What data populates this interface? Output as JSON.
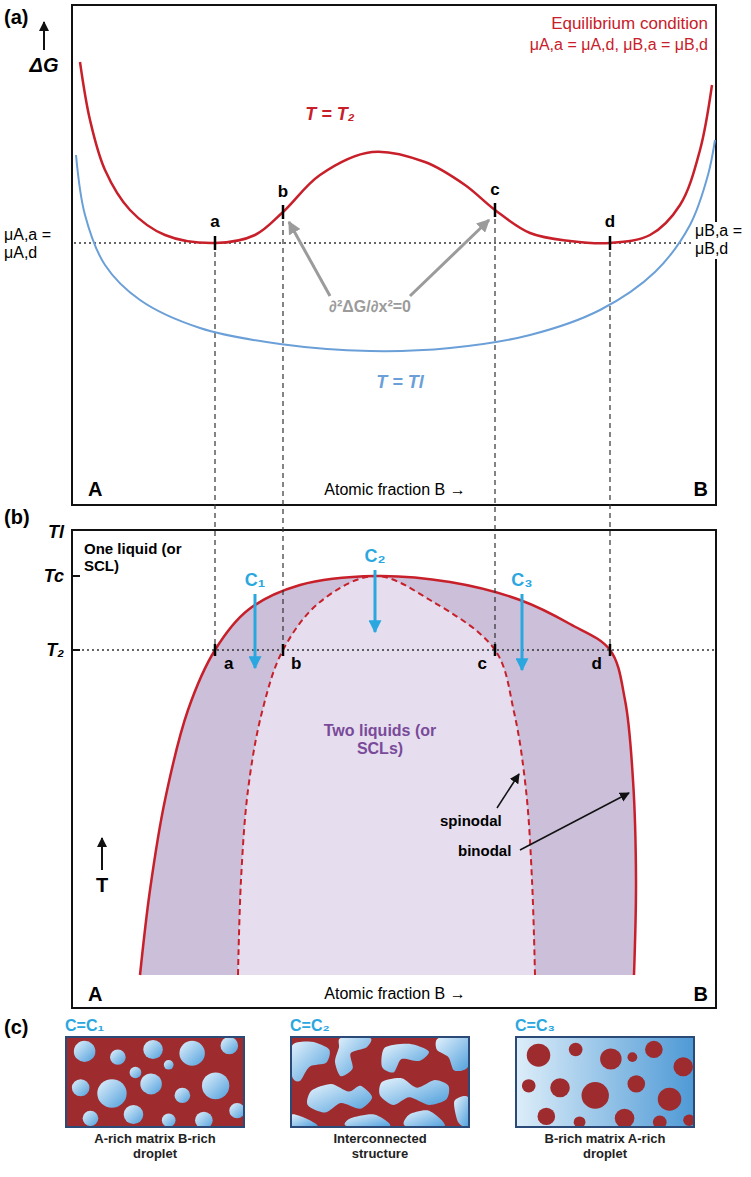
{
  "diagram": {
    "nodes": [
      {
        "text": [
          "C=C₁",
          "A-rich matrix B-rich droplet"
        ]
      },
      {
        "text": [
          "C=C₂",
          "Interconnected structure"
        ]
      },
      {
        "text": [
          "C=C₃",
          "B-rich matrix A-rich droplet"
        ]
      }
    ],
    "labels": [
      "(a)",
      "ΔG",
      "Equilibrium condition",
      "μA,a = μA,d, μB,a = μB,d",
      "T = T₂",
      "a",
      "b",
      "c",
      "d",
      "μA,a = μA,d",
      "μB,a = μB,d",
      "∂²ΔG/∂x²=0",
      "T = Tl",
      "A",
      "Atomic fraction B →",
      "B",
      "(b)",
      "Tl",
      "Tc",
      "T₂",
      "One liquid (or SCL)",
      "C₁",
      "C₂",
      "C₃",
      "a",
      "b",
      "c",
      "d",
      "Two liquids (or SCLs)",
      "spinodal",
      "binodal",
      "T",
      "A",
      "Atomic fraction B →",
      "B",
      "(c)"
    ]
  }
}
